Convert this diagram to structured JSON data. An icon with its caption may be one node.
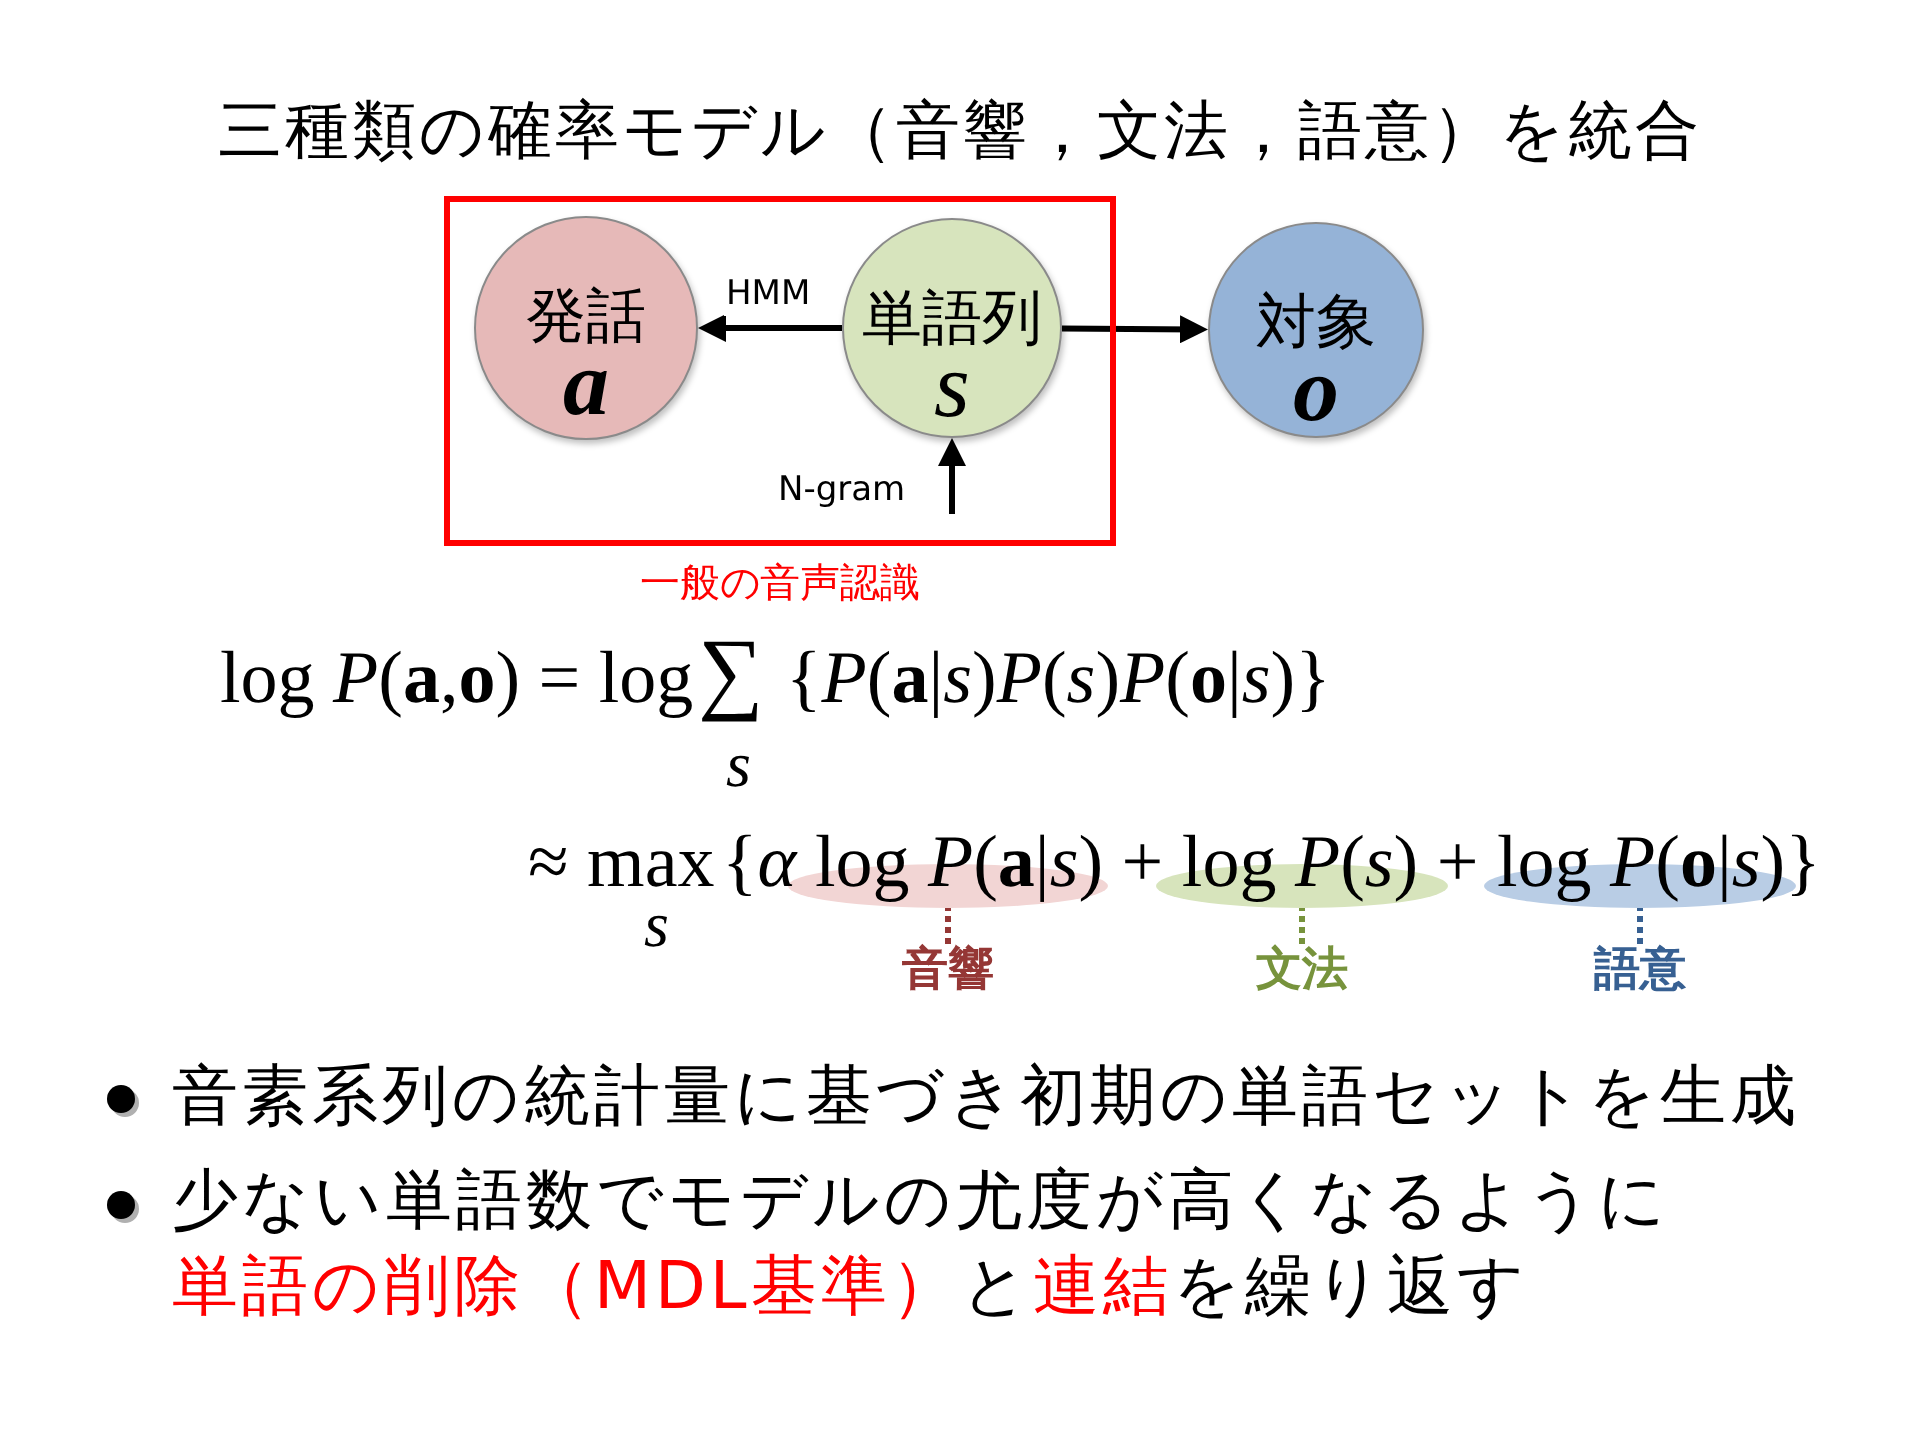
{
  "diagram": {
    "title": "三種類の確率モデル（音響，文法，語意）を統合",
    "nodes": [
      {
        "text": [
          "一般の音声認識"
        ]
      },
      {
        "text": [
          "発話",
          "a"
        ],
        "in": 0
      },
      {
        "text": [
          "単語列",
          "s"
        ],
        "in": 0
      },
      {
        "text": [
          "対象",
          "o"
        ]
      },
      {
        "text": [],
        "shape": "ellipse"
      },
      {
        "text": [],
        "shape": "ellipse"
      },
      {
        "text": [],
        "shape": "ellipse"
      },
      {
        "text": [
          "音響"
        ]
      },
      {
        "text": [
          "文法"
        ]
      },
      {
        "text": [
          "語意"
        ]
      }
    ],
    "edges": [
      {
        "from": 2,
        "to": 1,
        "arrow": "to",
        "label": "HMM"
      },
      {
        "from": 2,
        "to": 3,
        "arrow": "to"
      },
      {
        "from": null,
        "to": 2,
        "arrow": "to",
        "label": "N-gram"
      },
      {
        "from": 7,
        "to": 4,
        "arrow": "none",
        "style": "dashed",
        "color": "#953735"
      },
      {
        "from": 8,
        "to": 5,
        "arrow": "none",
        "style": "dashed",
        "color": "#77933c"
      },
      {
        "from": 9,
        "to": 6,
        "arrow": "none",
        "style": "dashed",
        "color": "#376092"
      }
    ],
    "labels": [
      "log *P*(**a**,**o**) = log",
      "∑",
      "{*P*(**a**|*s*)*P*(*s*)*P*(**o**|*s*)}",
      "s",
      "≈ max",
      "{*α* log *P*(**a**|*s*) + log *P*(*s*) + log *P*(**o**|*s*)}",
      "s",
      "音素系列の統計量に基づき初期の単語セットを生成",
      "少ない単語数でモデルの尤度が高くなるように**単語の削除（MDL基準）**と**連結**を繰り返す"
    ]
  }
}
